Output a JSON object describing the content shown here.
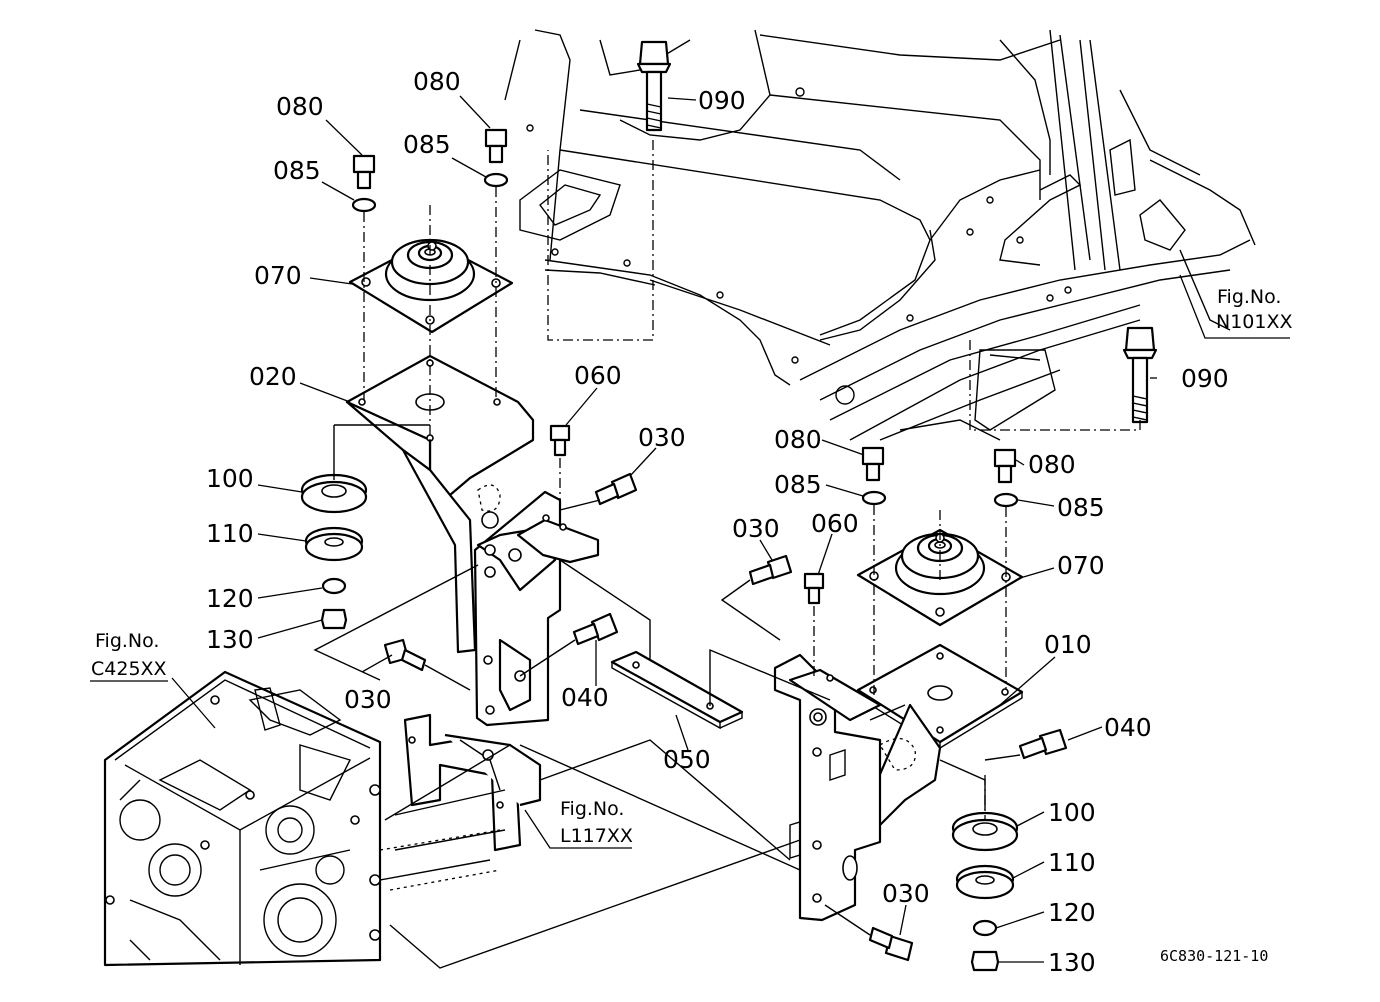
{
  "figure_refs": {
    "n101": {
      "line1": "Fig.No.",
      "line2": "N101XX"
    },
    "c425": {
      "line1": "Fig.No.",
      "line2": "C425XX"
    },
    "l117": {
      "line1": "Fig.No.",
      "line2": "L117XX"
    }
  },
  "drawing_code": "6C830-121-10",
  "callouts": {
    "left": {
      "p080a": "080",
      "p080b": "080",
      "p085a": "085",
      "p085b": "085",
      "p090": "090",
      "p070": "070",
      "p020": "020",
      "p060": "060",
      "p030a": "030",
      "p030b": "030",
      "p040": "040",
      "p050": "050",
      "p100": "100",
      "p110": "110",
      "p120": "120",
      "p130": "130"
    },
    "right": {
      "p090": "090",
      "p080a": "080",
      "p080b": "080",
      "p085a": "085",
      "p085b": "085",
      "p030a": "030",
      "p060": "060",
      "p070": "070",
      "p010": "010",
      "p040": "040",
      "p100": "100",
      "p110": "110",
      "p120": "120",
      "p130": "130",
      "p030b": "030"
    }
  }
}
